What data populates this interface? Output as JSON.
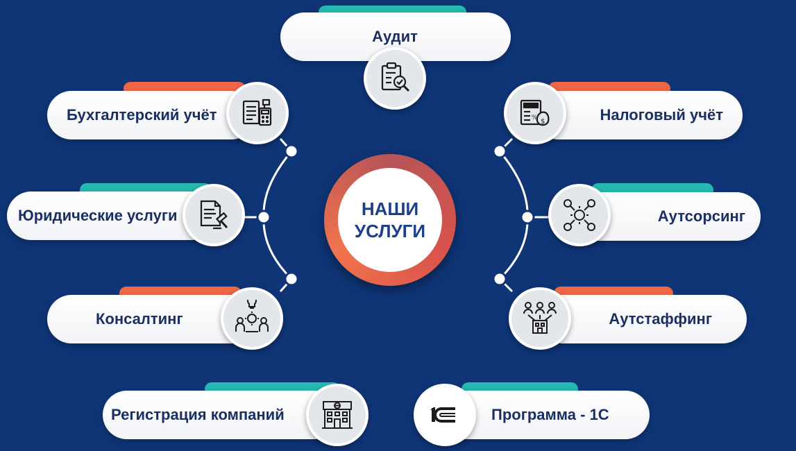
{
  "center": {
    "title": "НАШИ УСЛУГИ"
  },
  "colors": {
    "background": "#0f3577",
    "teal": "#25b9b0",
    "coral": "#ee6848",
    "text": "#1b2f63"
  },
  "services": [
    {
      "label": "Аудит",
      "icon": "audit-clipboard-icon",
      "accent": "teal"
    },
    {
      "label": "Бухгалтерский учёт",
      "icon": "accounting-document-calculator-icon",
      "accent": "coral"
    },
    {
      "label": "Налоговый учёт",
      "icon": "tax-form-money-icon",
      "accent": "coral"
    },
    {
      "label": "Юридические услуги",
      "icon": "legal-document-gavel-icon",
      "accent": "teal"
    },
    {
      "label": "Аутсорсинг",
      "icon": "outsourcing-network-icon",
      "accent": "teal"
    },
    {
      "label": "Консалтинг",
      "icon": "consulting-people-idea-icon",
      "accent": "coral"
    },
    {
      "label": "Аутстаффинг",
      "icon": "outstaffing-people-building-icon",
      "accent": "coral"
    },
    {
      "label": "Регистрация компаний",
      "icon": "company-building-icon",
      "accent": "teal"
    },
    {
      "label": "Программа - 1С",
      "icon": "1c-logo-icon",
      "accent": "teal"
    }
  ],
  "logo_text": "1C"
}
